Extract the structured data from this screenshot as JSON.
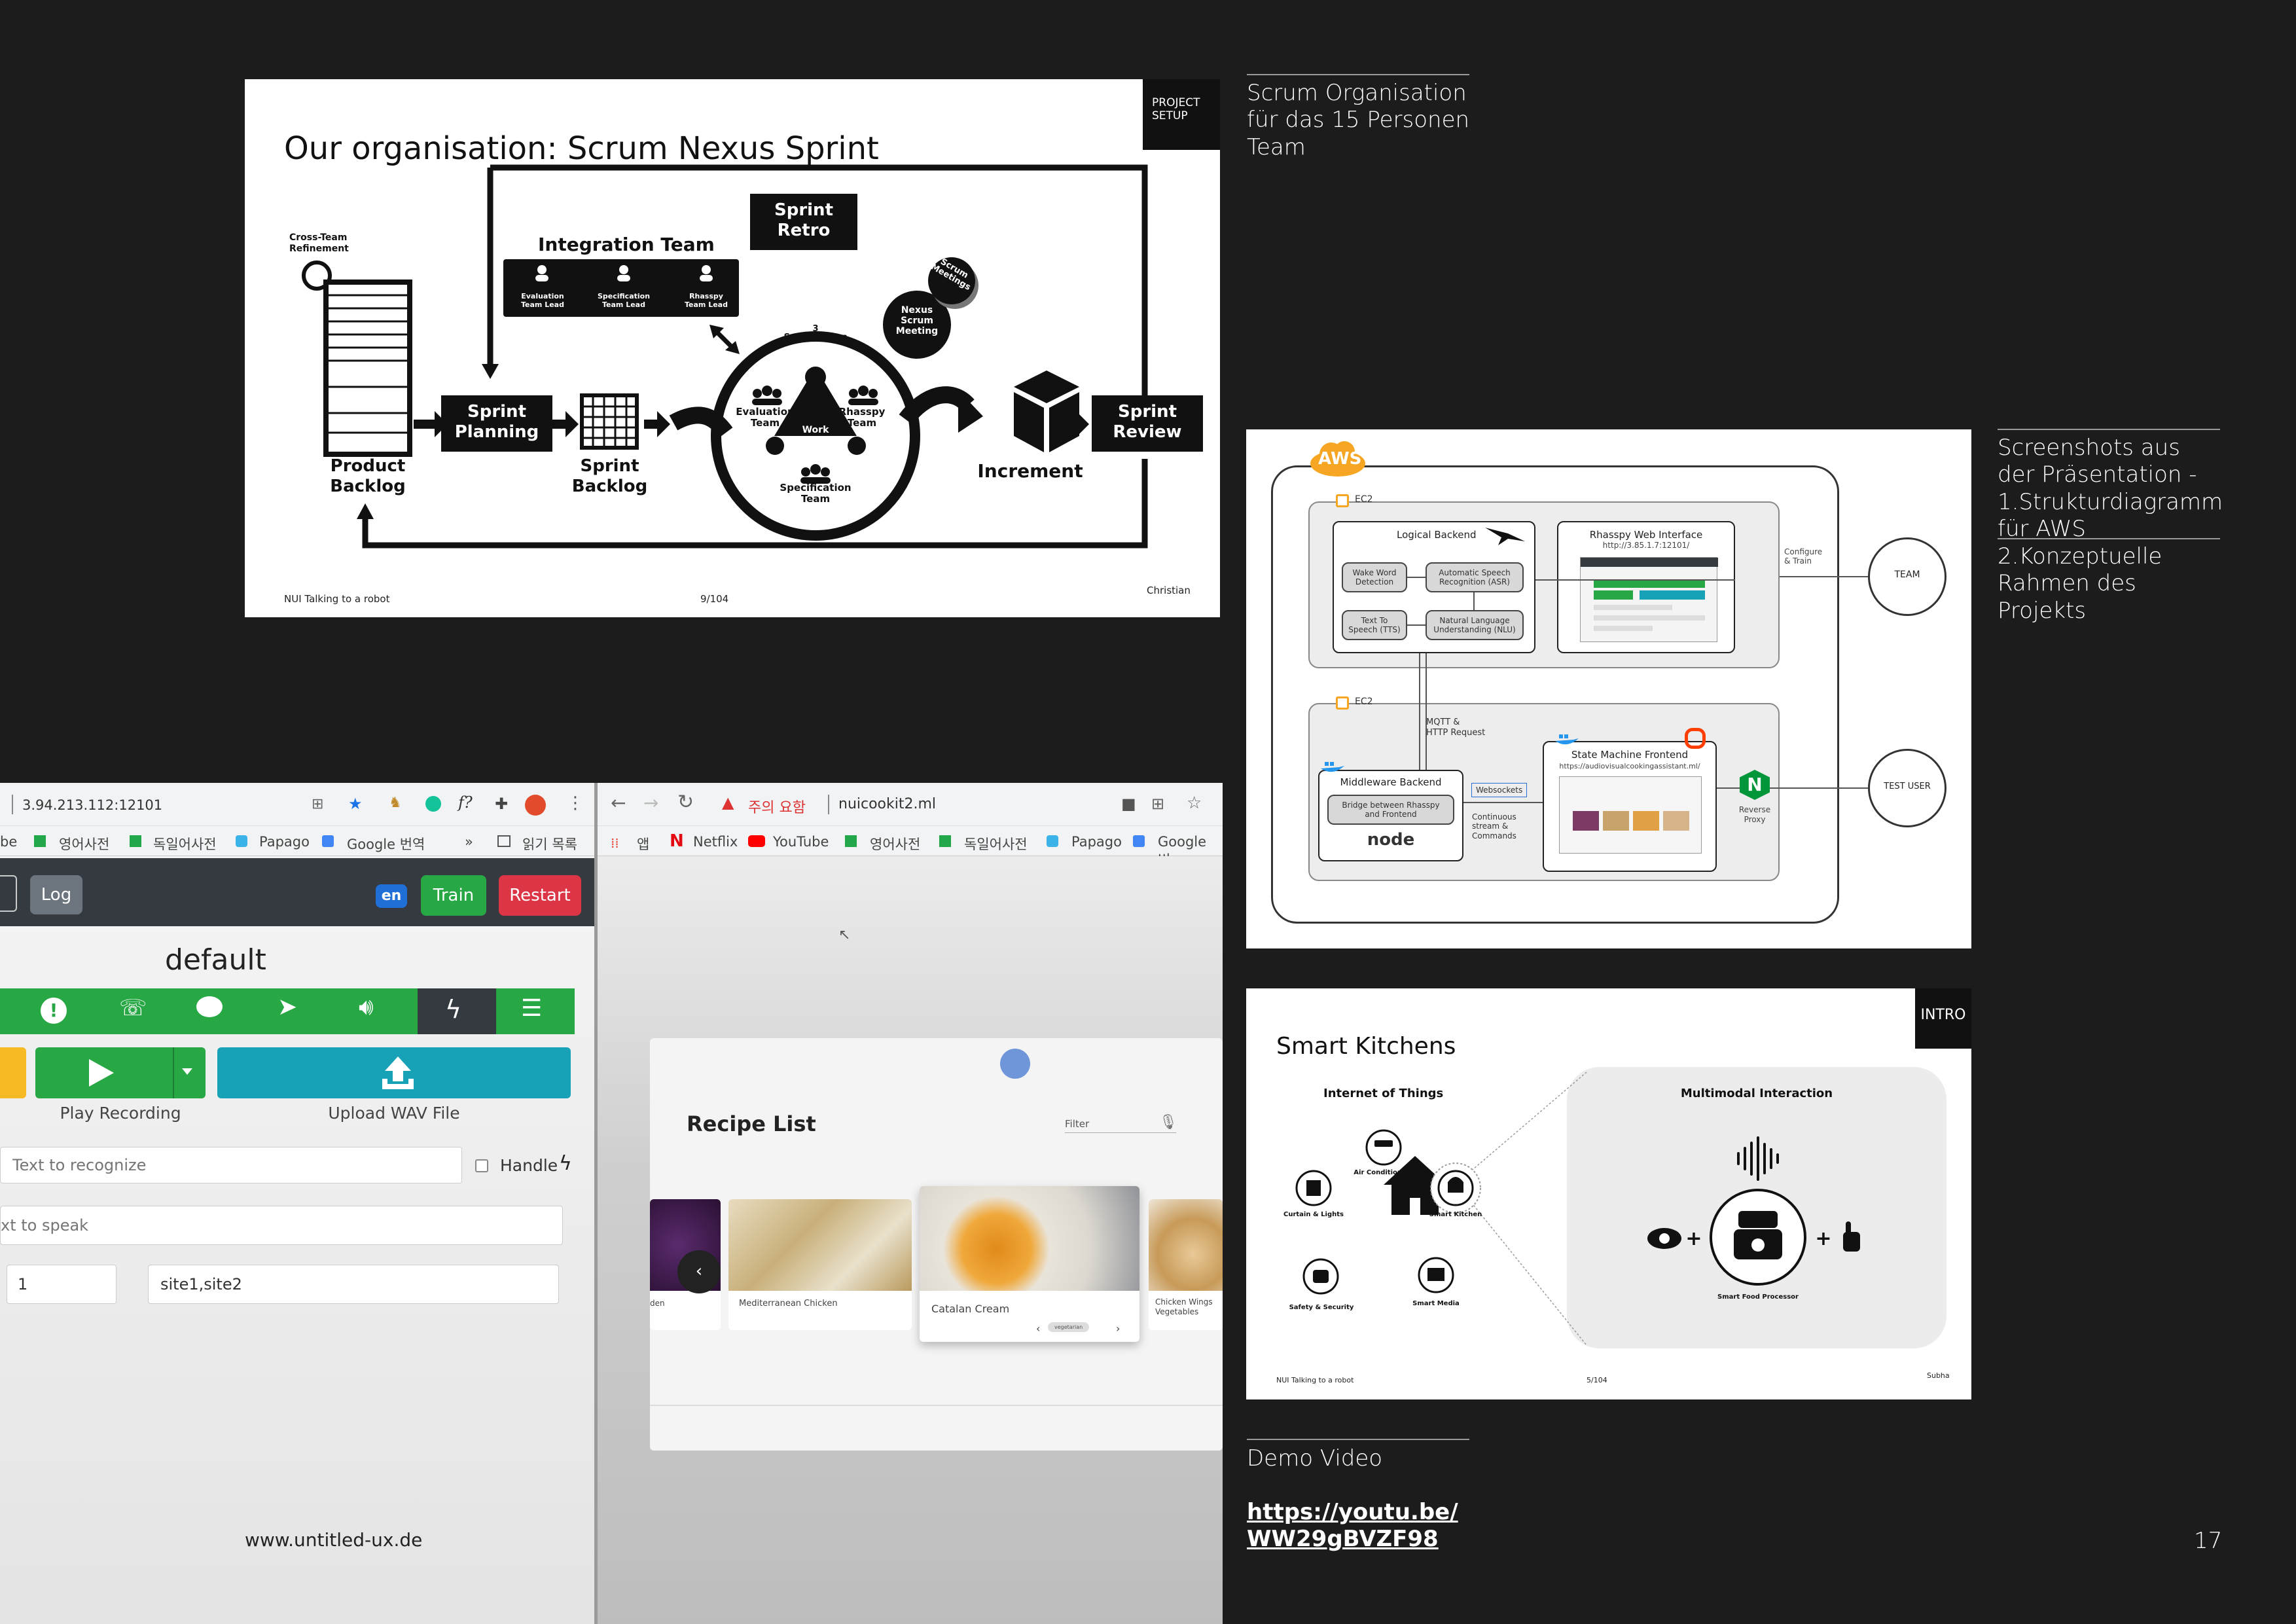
{
  "captions": {
    "scrum": "Scrum Organisation\nfür das 15 Personen\nTeam",
    "screens": "Screenshots aus\nder Präsentation -\n1.Strukturdiagramm\nfür AWS\n2.Konzeptuelle\nRahmen des\nProjekts",
    "demo_title": "Demo Video",
    "demo_link": "https://youtu.be/\nWW29gBVZF98",
    "page_number": "17",
    "website": "www.untitled-ux.de"
  },
  "slide_scrum": {
    "title": "Our organisation: Scrum Nexus Sprint",
    "badge": "PROJECT\nSETUP",
    "cross_team": "Cross-Team\nRefinement",
    "integration_team": "Integration Team",
    "roles": [
      "Evaluation\nTeam Lead",
      "Specification\nTeam Lead",
      "Rhasspy\nTeam Lead"
    ],
    "sprint_retro": "Sprint\nRetro",
    "scrum_meetings": "Scrum\nMeetings",
    "nexus_meeting": "Nexus\nScrum\nMeeting",
    "scrum_teams": "3\nScrum Teams",
    "eval_team": "Evaluation\nTeam",
    "rhasspy_team": "Rhasspy\nTeam",
    "spec_team": "Specification\nTeam",
    "work": "Work",
    "product_backlog": "Product\nBacklog",
    "sprint_planning": "Sprint\nPlanning",
    "sprint_backlog": "Sprint\nBacklog",
    "increment": "Increment",
    "sprint_review": "Sprint\nReview",
    "footer_left": "NUI Talking to a robot",
    "footer_mid": "9/104",
    "footer_right": "Christian"
  },
  "slide_aws": {
    "aws": "AWS",
    "ec2_top": "EC2",
    "ec2_bottom": "EC2",
    "logical_backend": "Logical Backend",
    "wake_word": "Wake Word\nDetection",
    "asr": "Automatic Speech\nRecognition (ASR)",
    "tts": "Text To\nSpeech (TTS)",
    "nlu": "Natural Language\nUnderstanding (NLU)",
    "rhasspy_web": "Rhasspy Web Interface",
    "rhasspy_url": "http://3.85.1.7:12101/",
    "configure": "Configure\n& Train",
    "team": "TEAM",
    "test_user": "TEST USER",
    "mqtt": "MQTT &\nHTTP Request",
    "middleware": "Middleware Backend",
    "bridge": "Bridge between Rhasspy\nand Frontend",
    "node": "node",
    "websockets": "Websockets",
    "continuous": "Continuous\nstream &\nCommands",
    "state_machine": "State Machine Frontend",
    "sm_url": "https://audiovisualcookingassistant.ml/",
    "reverse_proxy": "Reverse\nProxy"
  },
  "slide_kitchen": {
    "title": "Smart Kitchens",
    "badge": "INTRO",
    "iot": "Internet of Things",
    "air": "Air Conditioning",
    "curtain": "Curtain & Lights",
    "smart_kitchen": "Smart Kitchen",
    "safety": "Safety & Security",
    "media": "Smart Media",
    "multimodal": "Multimodal Interaction",
    "processor": "Smart Food Processor",
    "footer_left": "NUI Talking to a robot",
    "footer_mid": "5/104",
    "footer_right": "Subha"
  },
  "rhasspy_ui": {
    "url": "3.94.213.112:12101",
    "bookmarks": [
      "be",
      "영어사전",
      "독일어사전",
      "Papago",
      "Google 번역",
      "»",
      "읽기 목록"
    ],
    "log": "Log",
    "lang": "en",
    "train": "Train",
    "restart": "Restart",
    "profile": "default",
    "play_recording": "Play Recording",
    "upload_wav": "Upload WAV File",
    "text_recognize_placeholder": "Text to recognize",
    "handle": "Handle",
    "text_speak_placeholder": "xt to speak",
    "num_value": "1",
    "sites_value": "site1,site2"
  },
  "cook_ui": {
    "warning": "주의 요함",
    "url": "nuicookit2.ml",
    "bookmarks": [
      "앱",
      "Netflix",
      "YouTube",
      "영어사전",
      "독일어사전",
      "Papago",
      "Google 번"
    ],
    "recipe_list": "Recipe List",
    "filter": "Filter",
    "recipes": [
      "den",
      "Mediterranean Chicken",
      "Catalan Cream",
      "Chicken Wings\nVegetables"
    ],
    "tag": "vegetarian"
  },
  "colors": {
    "bg": "#1c1c1c",
    "green": "#28a745",
    "red": "#dc3545",
    "teal": "#17a2b8",
    "blue": "#1f6fd6",
    "orange": "#f7a623"
  }
}
